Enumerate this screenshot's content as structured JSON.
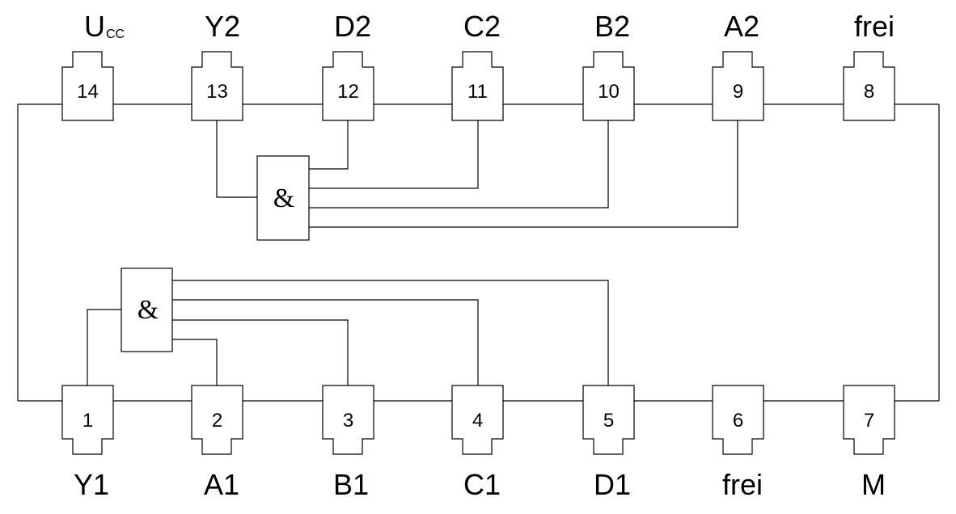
{
  "top_pins": [
    {
      "num": "14",
      "label": "U",
      "sub": "CC"
    },
    {
      "num": "13",
      "label": "Y2"
    },
    {
      "num": "12",
      "label": "D2"
    },
    {
      "num": "11",
      "label": "C2"
    },
    {
      "num": "10",
      "label": "B2"
    },
    {
      "num": "9",
      "label": "A2"
    },
    {
      "num": "8",
      "label": "frei"
    }
  ],
  "bottom_pins": [
    {
      "num": "1",
      "label": "Y1"
    },
    {
      "num": "2",
      "label": "A1"
    },
    {
      "num": "3",
      "label": "B1"
    },
    {
      "num": "4",
      "label": "C1"
    },
    {
      "num": "5",
      "label": "D1"
    },
    {
      "num": "6",
      "label": "frei"
    },
    {
      "num": "7",
      "label": "M"
    }
  ],
  "gates": [
    {
      "symbol": "&"
    },
    {
      "symbol": "&"
    }
  ]
}
